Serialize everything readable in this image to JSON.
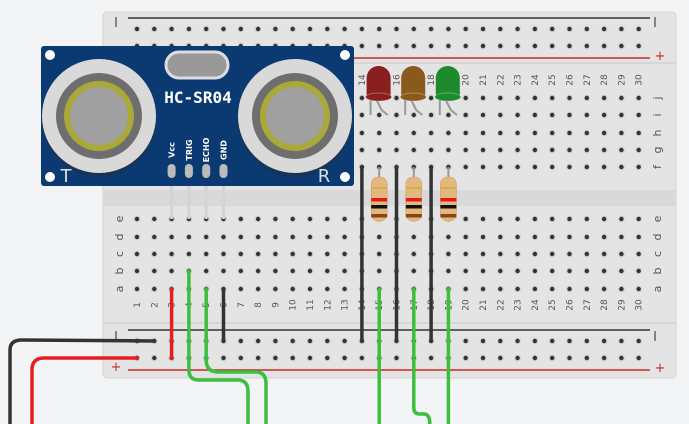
{
  "breadboard": {
    "columns": 30,
    "row_labels_top": [
      "j",
      "i",
      "h",
      "g",
      "f"
    ],
    "row_labels_bottom": [
      "e",
      "d",
      "c",
      "b",
      "a"
    ],
    "rail_minus_label": "−",
    "rail_plus_label": "+",
    "colors": {
      "board": "#e4e4e4",
      "board_edge": "#d3d3d3",
      "hole": "#333333",
      "rail_red": "#c62828",
      "rail_black": "#333333"
    }
  },
  "sensor": {
    "title": "HC-SR04",
    "left_label": "T",
    "right_label": "R",
    "pins": [
      "Vcc",
      "TRIG",
      "ECHO",
      "GND"
    ],
    "color": "#0b3a73"
  },
  "leds": [
    {
      "name": "red-led",
      "color": "#8a1f1f",
      "column": 15
    },
    {
      "name": "yellow-led",
      "color": "#8a5a1c",
      "column": 17
    },
    {
      "name": "green-led",
      "color": "#1f8a2c",
      "column": 19
    }
  ],
  "resistors": [
    {
      "name": "resistor-1",
      "column": 15,
      "bands": [
        "#d4b03a",
        "#e51c1c",
        "#111111",
        "#8b4513"
      ]
    },
    {
      "name": "resistor-2",
      "column": 17,
      "bands": [
        "#d4b03a",
        "#e51c1c",
        "#111111",
        "#8b4513"
      ]
    },
    {
      "name": "resistor-3",
      "column": 19,
      "bands": [
        "#d4b03a",
        "#e51c1c",
        "#111111",
        "#8b4513"
      ]
    }
  ],
  "wires": {
    "colors": {
      "red": "#e81e1e",
      "black": "#333333",
      "green": "#3cbf3c"
    }
  }
}
